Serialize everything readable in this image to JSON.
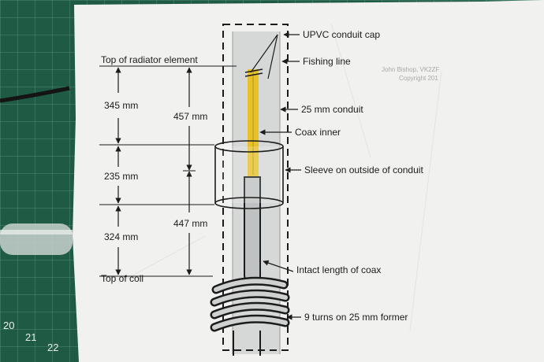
{
  "labels": {
    "cap": "UPVC conduit cap",
    "fishing_line": "Fishing line",
    "conduit": "25 mm conduit",
    "coax_inner": "Coax inner",
    "sleeve": "Sleeve on outside of conduit",
    "intact_coax": "Intact length of coax",
    "turns": "9 turns on 25 mm former",
    "top_radiator": "Top of radiator element",
    "top_coil": "Top of coil"
  },
  "dimensions": {
    "d345": "345 mm",
    "d235": "235 mm",
    "d324": "324 mm",
    "d457": "457 mm",
    "d447": "447 mm"
  },
  "copyright": {
    "line1": "John Bishop, VK2ZF",
    "line2": "Copyright 201"
  },
  "ruler_numbers": [
    "20",
    "21",
    "22"
  ],
  "colors": {
    "mat": "#1f5a45",
    "paper": "#f1f1ef",
    "conduit": "#d6d8d8",
    "coax_inner": "#e6c12a",
    "ink": "#1c1c1c"
  }
}
